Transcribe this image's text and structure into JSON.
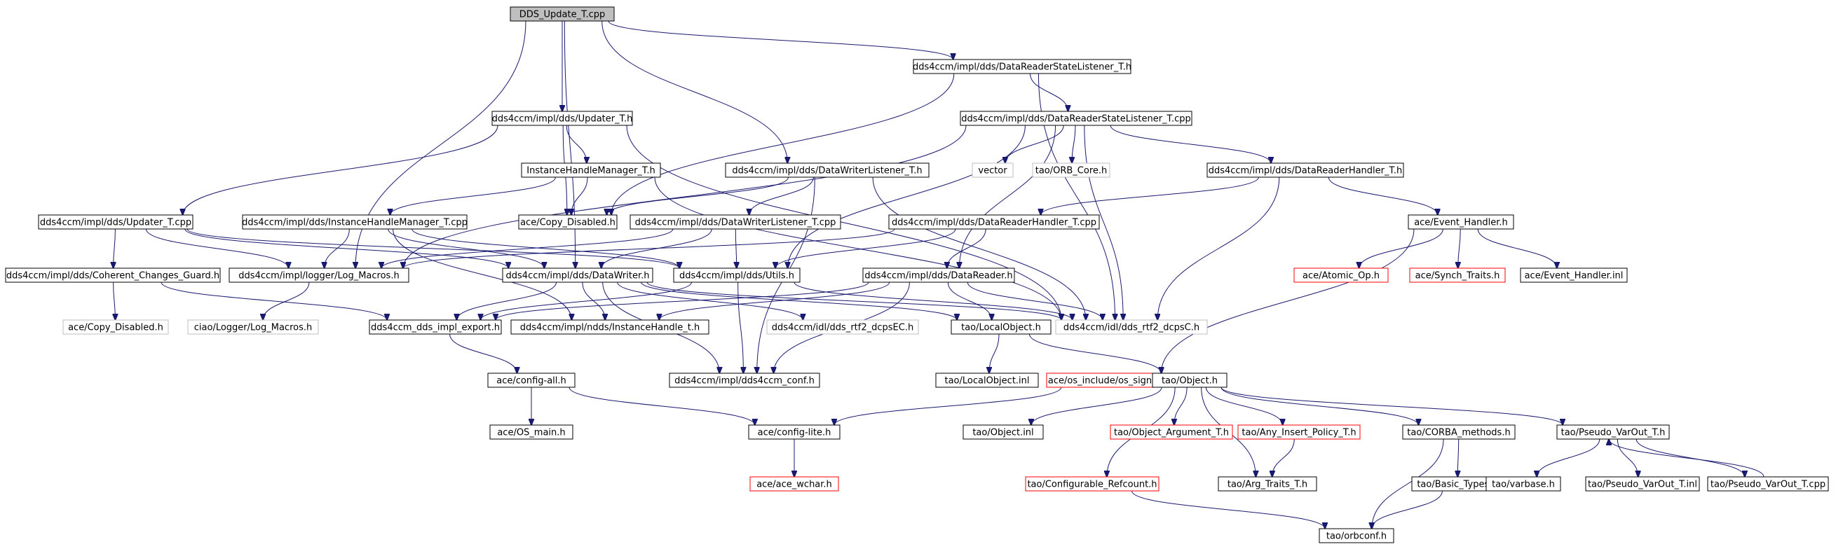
{
  "diagram": {
    "type": "include-dependency-graph",
    "edge_color": "#191970",
    "node_border_colors": {
      "normal": "#000000",
      "missing": "#bfbfbf",
      "external": "#ff0000"
    },
    "root_fill": "#bfbfbf",
    "nodes": [
      {
        "id": "root",
        "label": "DDS_Update_T.cpp",
        "style": "root"
      },
      {
        "id": "drsl_h",
        "label": "dds4ccm/impl/dds/DataReaderStateListener_T.h",
        "style": "normal"
      },
      {
        "id": "updater_h",
        "label": "dds4ccm/impl/dds/Updater_T.h",
        "style": "normal"
      },
      {
        "id": "drsl_cpp",
        "label": "dds4ccm/impl/dds/DataReaderStateListener_T.cpp",
        "style": "normal"
      },
      {
        "id": "vector",
        "label": "vector",
        "style": "missing"
      },
      {
        "id": "orb_core",
        "label": "tao/ORB_Core.h",
        "style": "missing"
      },
      {
        "id": "drh_h",
        "label": "dds4ccm/impl/dds/DataReaderHandler_T.h",
        "style": "normal"
      },
      {
        "id": "ihm_h",
        "label": "InstanceHandleManager_T.h",
        "style": "normal"
      },
      {
        "id": "dwl_h",
        "label": "dds4ccm/impl/dds/DataWriterListener_T.h",
        "style": "normal"
      },
      {
        "id": "updater_cpp",
        "label": "dds4ccm/impl/dds/Updater_T.cpp",
        "style": "normal"
      },
      {
        "id": "ihm_cpp",
        "label": "dds4ccm/impl/dds/InstanceHandleManager_T.cpp",
        "style": "normal"
      },
      {
        "id": "copy_dis",
        "label": "ace/Copy_Disabled.h",
        "style": "normal"
      },
      {
        "id": "dwl_cpp",
        "label": "dds4ccm/impl/dds/DataWriterListener_T.cpp",
        "style": "normal"
      },
      {
        "id": "drh_cpp",
        "label": "dds4ccm/impl/dds/DataReaderHandler_T.cpp",
        "style": "normal"
      },
      {
        "id": "event_handler",
        "label": "ace/Event_Handler.h",
        "style": "normal"
      },
      {
        "id": "ccg_h",
        "label": "dds4ccm/impl/dds/Coherent_Changes_Guard.h",
        "style": "normal"
      },
      {
        "id": "log_macros",
        "label": "dds4ccm/impl/logger/Log_Macros.h",
        "style": "normal"
      },
      {
        "id": "datawriter",
        "label": "dds4ccm/impl/dds/DataWriter.h",
        "style": "normal"
      },
      {
        "id": "utils",
        "label": "dds4ccm/impl/dds/Utils.h",
        "style": "normal"
      },
      {
        "id": "datareader",
        "label": "dds4ccm/impl/dds/DataReader.h",
        "style": "normal"
      },
      {
        "id": "atomic_op",
        "label": "ace/Atomic_Op.h",
        "style": "external"
      },
      {
        "id": "synch_traits",
        "label": "ace/Synch_Traits.h",
        "style": "external"
      },
      {
        "id": "event_handler_inl",
        "label": "ace/Event_Handler.inl",
        "style": "normal"
      },
      {
        "id": "copy_dis2",
        "label": "ace/Copy_Disabled.h",
        "style": "missing"
      },
      {
        "id": "ciao_log",
        "label": "ciao/Logger/Log_Macros.h",
        "style": "missing"
      },
      {
        "id": "impl_export",
        "label": "dds4ccm_dds_impl_export.h",
        "style": "normal"
      },
      {
        "id": "instance_handle",
        "label": "dds4ccm/impl/ndds/InstanceHandle_t.h",
        "style": "normal"
      },
      {
        "id": "dcpsEC",
        "label": "dds4ccm/idl/dds_rtf2_dcpsEC.h",
        "style": "missing"
      },
      {
        "id": "local_object",
        "label": "tao/LocalObject.h",
        "style": "normal"
      },
      {
        "id": "dcpsC",
        "label": "dds4ccm/idl/dds_rtf2_dcpsC.h",
        "style": "missing"
      },
      {
        "id": "config_all",
        "label": "ace/config-all.h",
        "style": "normal"
      },
      {
        "id": "dds4ccm_conf",
        "label": "dds4ccm/impl/dds4ccm_conf.h",
        "style": "normal"
      },
      {
        "id": "local_object_inl",
        "label": "tao/LocalObject.inl",
        "style": "normal"
      },
      {
        "id": "os_signal",
        "label": "ace/os_include/os_signal.h",
        "style": "external"
      },
      {
        "id": "tao_object",
        "label": "tao/Object.h",
        "style": "normal"
      },
      {
        "id": "os_main",
        "label": "ace/OS_main.h",
        "style": "normal"
      },
      {
        "id": "config_lite",
        "label": "ace/config-lite.h",
        "style": "normal"
      },
      {
        "id": "object_inl",
        "label": "tao/Object.inl",
        "style": "normal"
      },
      {
        "id": "object_argument",
        "label": "tao/Object_Argument_T.h",
        "style": "external"
      },
      {
        "id": "any_insert",
        "label": "tao/Any_Insert_Policy_T.h",
        "style": "external"
      },
      {
        "id": "corba_methods",
        "label": "tao/CORBA_methods.h",
        "style": "normal"
      },
      {
        "id": "pseudo_varout_h",
        "label": "tao/Pseudo_VarOut_T.h",
        "style": "normal"
      },
      {
        "id": "ace_wchar",
        "label": "ace/ace_wchar.h",
        "style": "external"
      },
      {
        "id": "arg_traits",
        "label": "tao/Arg_Traits_T.h",
        "style": "normal"
      },
      {
        "id": "basic_types",
        "label": "tao/Basic_Types.h",
        "style": "normal"
      },
      {
        "id": "varbase",
        "label": "tao/varbase.h",
        "style": "normal"
      },
      {
        "id": "pseudo_varout_inl",
        "label": "tao/Pseudo_VarOut_T.inl",
        "style": "normal"
      },
      {
        "id": "pseudo_varout_cpp",
        "label": "tao/Pseudo_VarOut_T.cpp",
        "style": "normal"
      },
      {
        "id": "configurable_refcount",
        "label": "tao/Configurable_Refcount.h",
        "style": "external"
      },
      {
        "id": "orbconf",
        "label": "tao/orbconf.h",
        "style": "normal"
      }
    ],
    "edges": [
      [
        "root",
        "drsl_h"
      ],
      [
        "root",
        "updater_h"
      ],
      [
        "root",
        "dwl_h"
      ],
      [
        "root",
        "datawriter"
      ],
      [
        "root",
        "log_macros"
      ],
      [
        "drsl_h",
        "drsl_cpp"
      ],
      [
        "drsl_h",
        "copy_dis"
      ],
      [
        "drsl_h",
        "dcpsC"
      ],
      [
        "drsl_cpp",
        "vector"
      ],
      [
        "drsl_cpp",
        "orb_core"
      ],
      [
        "drsl_cpp",
        "drh_h"
      ],
      [
        "drsl_cpp",
        "log_macros"
      ],
      [
        "drsl_cpp",
        "utils"
      ],
      [
        "drsl_cpp",
        "datareader"
      ],
      [
        "drsl_cpp",
        "dcpsC"
      ],
      [
        "updater_h",
        "updater_cpp"
      ],
      [
        "updater_h",
        "ihm_h"
      ],
      [
        "updater_h",
        "copy_dis"
      ],
      [
        "updater_h",
        "dcpsC"
      ],
      [
        "ihm_h",
        "ihm_cpp"
      ],
      [
        "ihm_h",
        "copy_dis"
      ],
      [
        "ihm_h",
        "dcpsC"
      ],
      [
        "dwl_h",
        "dwl_cpp"
      ],
      [
        "dwl_h",
        "copy_dis"
      ],
      [
        "dwl_h",
        "dcpsC"
      ],
      [
        "dwl_h",
        "dds4ccm_conf"
      ],
      [
        "drh_h",
        "drh_cpp"
      ],
      [
        "drh_h",
        "event_handler"
      ],
      [
        "drh_h",
        "dcpsC"
      ],
      [
        "updater_cpp",
        "ccg_h"
      ],
      [
        "updater_cpp",
        "log_macros"
      ],
      [
        "updater_cpp",
        "datawriter"
      ],
      [
        "updater_cpp",
        "utils"
      ],
      [
        "ihm_cpp",
        "log_macros"
      ],
      [
        "ihm_cpp",
        "datawriter"
      ],
      [
        "ihm_cpp",
        "utils"
      ],
      [
        "ihm_cpp",
        "instance_handle"
      ],
      [
        "dwl_cpp",
        "log_macros"
      ],
      [
        "dwl_cpp",
        "datawriter"
      ],
      [
        "dwl_cpp",
        "utils"
      ],
      [
        "drh_cpp",
        "log_macros"
      ],
      [
        "drh_cpp",
        "utils"
      ],
      [
        "drh_cpp",
        "datareader"
      ],
      [
        "event_handler",
        "atomic_op"
      ],
      [
        "event_handler",
        "synch_traits"
      ],
      [
        "event_handler",
        "event_handler_inl"
      ],
      [
        "event_handler",
        "os_signal"
      ],
      [
        "ccg_h",
        "copy_dis2"
      ],
      [
        "ccg_h",
        "impl_export"
      ],
      [
        "log_macros",
        "ciao_log"
      ],
      [
        "datawriter",
        "impl_export"
      ],
      [
        "datawriter",
        "instance_handle"
      ],
      [
        "datawriter",
        "dcpsEC"
      ],
      [
        "datawriter",
        "local_object"
      ],
      [
        "datawriter",
        "dcpsC"
      ],
      [
        "datawriter",
        "dds4ccm_conf"
      ],
      [
        "utils",
        "impl_export"
      ],
      [
        "utils",
        "dcpsC"
      ],
      [
        "utils",
        "dds4ccm_conf"
      ],
      [
        "datareader",
        "impl_export"
      ],
      [
        "datareader",
        "instance_handle"
      ],
      [
        "datareader",
        "local_object"
      ],
      [
        "datareader",
        "dcpsC"
      ],
      [
        "datareader",
        "dds4ccm_conf"
      ],
      [
        "impl_export",
        "config_all"
      ],
      [
        "local_object",
        "local_object_inl"
      ],
      [
        "local_object",
        "tao_object"
      ],
      [
        "config_all",
        "os_main"
      ],
      [
        "config_all",
        "config_lite"
      ],
      [
        "os_signal",
        "config_lite"
      ],
      [
        "tao_object",
        "object_inl"
      ],
      [
        "tao_object",
        "object_argument"
      ],
      [
        "tao_object",
        "any_insert"
      ],
      [
        "tao_object",
        "corba_methods"
      ],
      [
        "tao_object",
        "pseudo_varout_h"
      ],
      [
        "tao_object",
        "arg_traits"
      ],
      [
        "tao_object",
        "configurable_refcount"
      ],
      [
        "config_lite",
        "ace_wchar"
      ],
      [
        "any_insert",
        "arg_traits"
      ],
      [
        "corba_methods",
        "basic_types"
      ],
      [
        "corba_methods",
        "orbconf"
      ],
      [
        "basic_types",
        "orbconf"
      ],
      [
        "pseudo_varout_h",
        "varbase"
      ],
      [
        "pseudo_varout_h",
        "pseudo_varout_inl"
      ],
      [
        "pseudo_varout_h",
        "pseudo_varout_cpp"
      ],
      [
        "pseudo_varout_cpp",
        "pseudo_varout_h"
      ],
      [
        "configurable_refcount",
        "orbconf"
      ]
    ]
  }
}
